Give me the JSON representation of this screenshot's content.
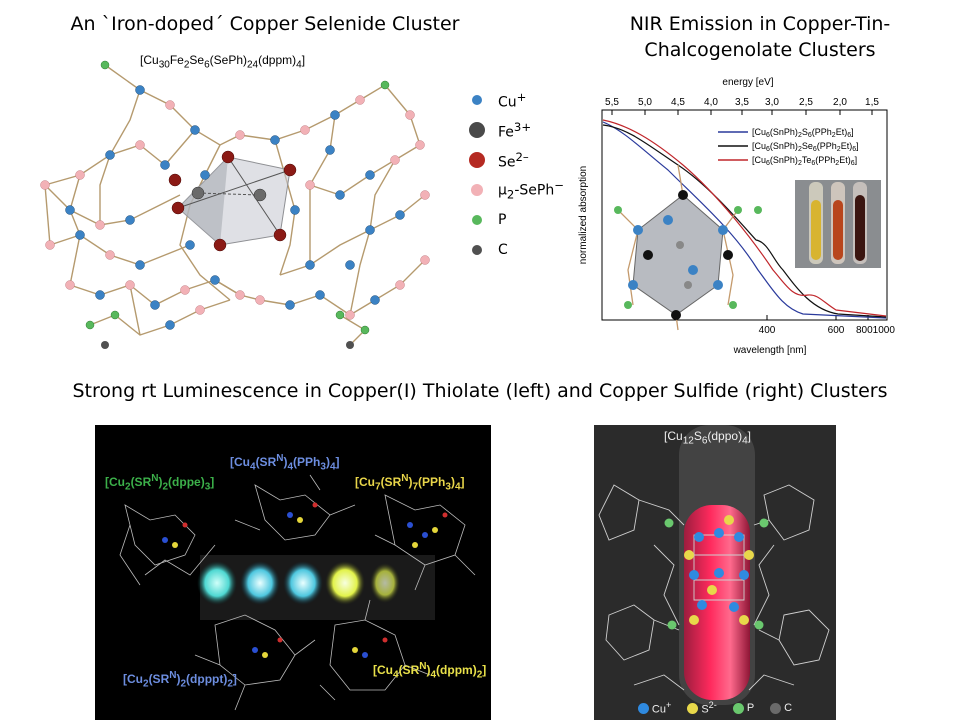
{
  "headings": {
    "top_left": "An `Iron-doped´ Copper Selenide Cluster",
    "top_right_line1": "NIR Emission in Copper-Tin-",
    "top_right_line2": "Chalcogenolate Clusters",
    "middle": "Strong rt Luminescence in Copper(I) Thiolate (left) and Copper Sulfide (right) Clusters"
  },
  "cluster1": {
    "formula": "[Cu30Fe2Se6(SePh)24(dppm)4]",
    "legend": [
      {
        "label": "Cu+",
        "color": "#3b82c4"
      },
      {
        "label": "Fe3+",
        "color": "#4a4a4a"
      },
      {
        "label": "Se2–",
        "color": "#b52a22"
      },
      {
        "label": "μ2-SePh−",
        "color": "#f2b1b6"
      },
      {
        "label": "P",
        "color": "#58b85c"
      },
      {
        "label": "C",
        "color": "#505050"
      }
    ]
  },
  "chart_data": {
    "type": "line",
    "xlabel": "wavelength [nm]",
    "ylabel": "normalized absorption",
    "top_axis_label": "energy [eV]",
    "top_ticks": [
      "5,5",
      "5,0",
      "4,5",
      "4,0",
      "3,5",
      "3,0",
      "2,5",
      "2,0",
      "1,5"
    ],
    "bottom_ticks": [
      "400",
      "600",
      "8001000"
    ],
    "series": [
      {
        "name": "[Cu6(SnPh)2S6(PPh2Et)6]",
        "color": "#2a3a9c"
      },
      {
        "name": "[Cu6(SnPh)2Se6(PPh2Et)6]",
        "color": "#111111"
      },
      {
        "name": "[Cu6(SnPh)2Te6(PPh2Et)6]",
        "color": "#c0262b"
      }
    ]
  },
  "luminescence": {
    "labels": [
      {
        "text": "[Cu2(SRN)2(dppe)3]",
        "color": "#3cb04a"
      },
      {
        "text": "[Cu4(SRN)4(PPh3)4]",
        "color": "#6d8ee0"
      },
      {
        "text": "[Cu7(SRN)7(PPh3)4]",
        "color": "#e9d64a"
      },
      {
        "text": "[Cu2(SRN)2(dpppt)2]",
        "color": "#6d8ee0"
      },
      {
        "text": "[Cu4(SRN)4(dppm)2]",
        "color": "#e9e14a"
      }
    ]
  },
  "sulfide": {
    "formula": "[Cu12S6(dppo)4]",
    "legend": [
      {
        "label": "Cu+",
        "color": "#2f8ae0"
      },
      {
        "label": "S2-",
        "color": "#e8d84a"
      },
      {
        "label": "P",
        "color": "#6ac86e"
      },
      {
        "label": "C",
        "color": "#6a6a6a"
      }
    ]
  }
}
